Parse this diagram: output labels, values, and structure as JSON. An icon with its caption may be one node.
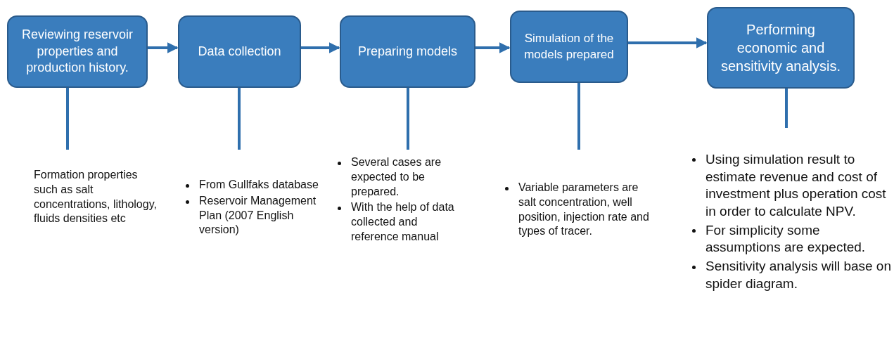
{
  "diagram": {
    "nodes": [
      {
        "text": [
          "Reviewing reservoir properties and production history."
        ]
      },
      {
        "text": [
          "Data collection"
        ]
      },
      {
        "text": [
          "Preparing models"
        ]
      },
      {
        "text": [
          "Simulation of the models prepared"
        ]
      },
      {
        "text": [
          "Performing economic and sensitivity analysis."
        ]
      },
      {
        "text": [
          "Formation properties such as salt concentrations, lithology, fluids densities etc"
        ]
      },
      {
        "text": [
          "From Gullfaks database",
          "Reservoir Management Plan (2007 English version)"
        ]
      },
      {
        "text": [
          "Several cases are expected to be prepared.",
          "With the help of data collected and reference manual"
        ]
      },
      {
        "text": [
          "Variable parameters are salt concentration, well position, injection rate and types of tracer."
        ]
      },
      {
        "text": [
          "Using simulation result to estimate revenue and cost of investment plus operation cost in order to calculate NPV.",
          "For simplicity some assumptions are expected.",
          "Sensitivity analysis will base on spider diagram."
        ]
      }
    ],
    "edges": [
      {
        "from": 0,
        "to": 1,
        "arrow": "to"
      },
      {
        "from": 1,
        "to": 2,
        "arrow": "to"
      },
      {
        "from": 2,
        "to": 3,
        "arrow": "to"
      },
      {
        "from": 3,
        "to": 4,
        "arrow": "to"
      },
      {
        "from": 5,
        "to": 0,
        "arrow": "none"
      },
      {
        "from": 6,
        "to": 1,
        "arrow": "none"
      },
      {
        "from": 7,
        "to": 2,
        "arrow": "none"
      },
      {
        "from": 8,
        "to": 3,
        "arrow": "none"
      },
      {
        "from": 9,
        "to": 4,
        "arrow": "none"
      }
    ]
  }
}
